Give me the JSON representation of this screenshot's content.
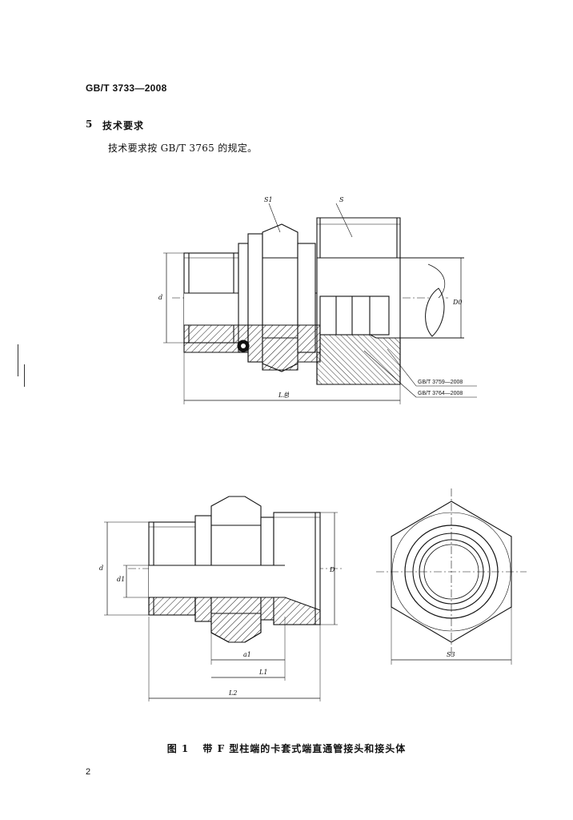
{
  "header": {
    "standard_code": "GB/T 3733—2008"
  },
  "section": {
    "number": "5",
    "title": "技术要求",
    "body": "技术要求按 GB/T 3765 的规定。"
  },
  "figure1": {
    "labels": {
      "s1": "S1",
      "s": "S",
      "d": "d",
      "d0": "D0",
      "l_total": "L总",
      "ref1": "GB/T 3759—2008",
      "ref2": "GB/T 3764—2008"
    }
  },
  "figure2": {
    "labels": {
      "d": "d",
      "d1": "d1",
      "D": "D",
      "a1": "a1",
      "l1": "L1",
      "l2": "L2",
      "s3": "S3"
    }
  },
  "caption": {
    "figure_no": "图 1",
    "text": "带 F 型柱端的卡套式端直通管接头和接头体"
  },
  "footer": {
    "page_number": "2"
  }
}
